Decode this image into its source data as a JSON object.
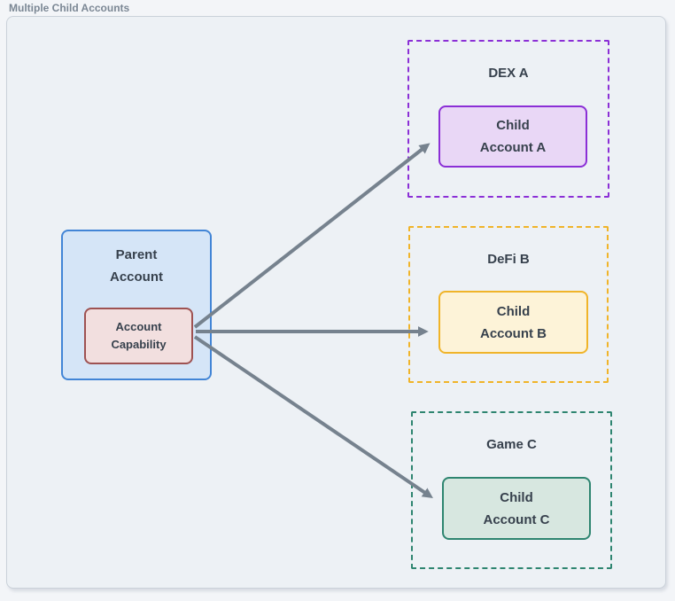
{
  "title": "Multiple Child Accounts",
  "parent": {
    "label_line1": "Parent",
    "label_line2": "Account",
    "capability_line1": "Account",
    "capability_line2": "Capability"
  },
  "groups": [
    {
      "label": "DEX A",
      "child_line1": "Child",
      "child_line2": "Account A"
    },
    {
      "label": "DeFi B",
      "child_line1": "Child",
      "child_line2": "Account B"
    },
    {
      "label": "Game C",
      "child_line1": "Child",
      "child_line2": "Account C"
    }
  ],
  "edges": [
    {
      "from": "Account Capability",
      "to": "Child Account A"
    },
    {
      "from": "Account Capability",
      "to": "Child Account B"
    },
    {
      "from": "Account Capability",
      "to": "Child Account C"
    }
  ],
  "colors": {
    "page-bg": "#f3f5f8",
    "panel-bg": "#edf1f5",
    "panel-border": "#cad1d9",
    "title-text": "#7b8794",
    "node-text": "#37414d",
    "parent-fill": "#d5e5f7",
    "parent-border": "#4285d6",
    "capability-fill": "#f2dfdf",
    "capability-border": "#9e5252",
    "dex-border": "#8b2fd6",
    "dex-fill": "#e9d7f6",
    "defi-border": "#f0b429",
    "defi-fill": "#fdf3d8",
    "game-border": "#2e8570",
    "game-fill": "#d7e7e0",
    "arrow": "#76828e"
  }
}
